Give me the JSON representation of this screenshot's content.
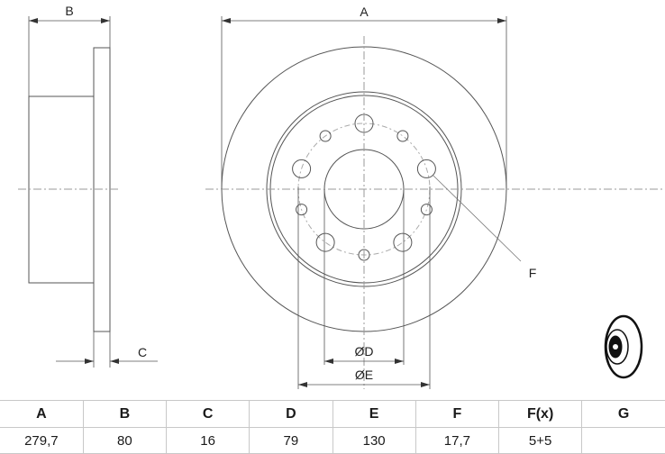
{
  "diagram": {
    "side_view": {
      "labels": {
        "width": "B",
        "thickness": "C"
      }
    },
    "front_view": {
      "labels": {
        "outer_diameter": "A",
        "center_bore": "ØD",
        "bolt_circle": "ØE",
        "holes": "F"
      }
    },
    "thumbnail": {
      "icon": "brake-disc-3d-icon"
    }
  },
  "table": {
    "headers": [
      "A",
      "B",
      "C",
      "D",
      "E",
      "F",
      "F(x)",
      "G"
    ],
    "values": [
      "279,7",
      "80",
      "16",
      "79",
      "130",
      "17,7",
      "5+5",
      ""
    ]
  }
}
